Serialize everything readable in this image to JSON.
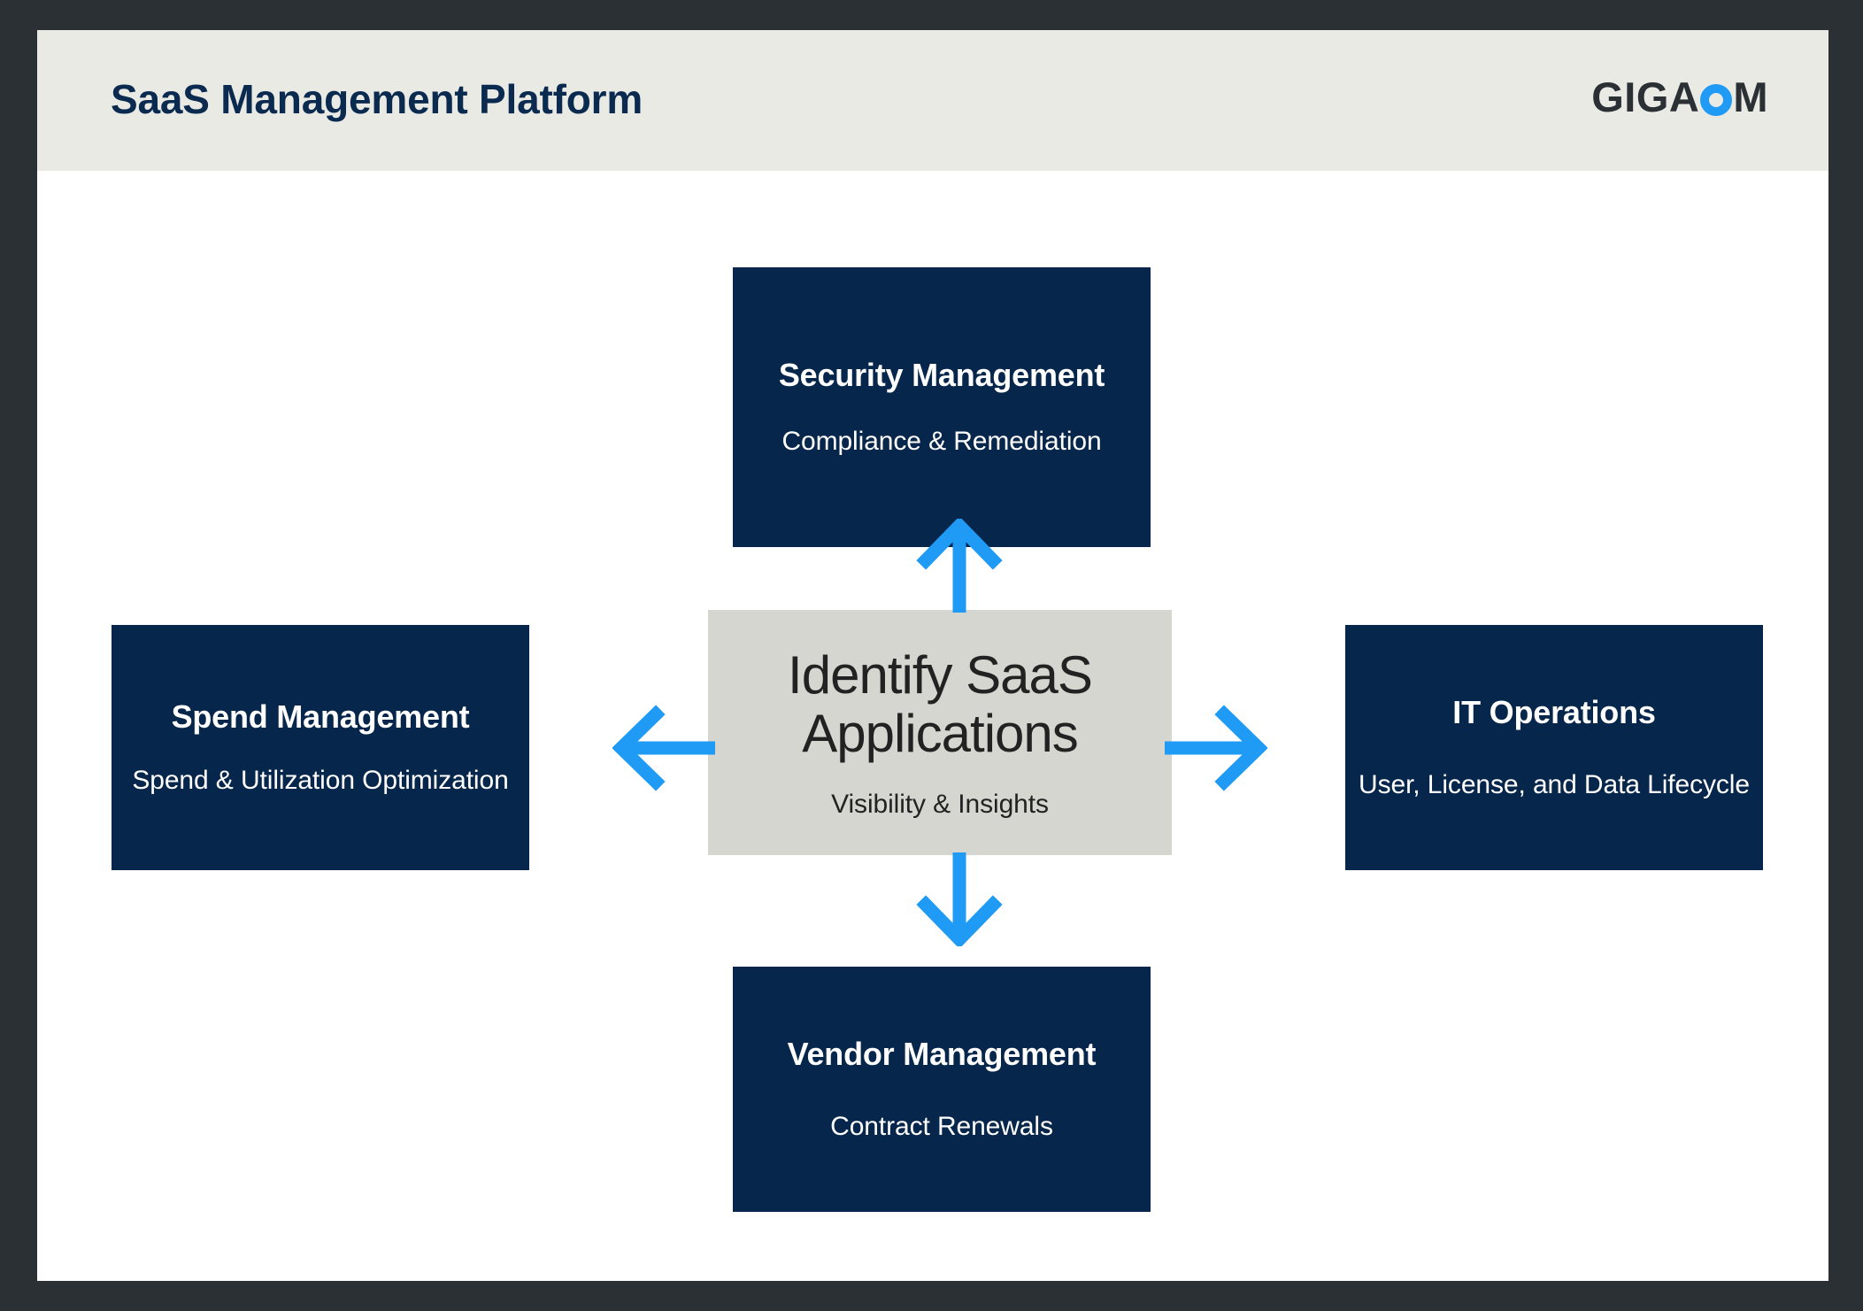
{
  "header": {
    "title": "SaaS Management Platform",
    "logo": {
      "part1": "GIGA",
      "ring": "O",
      "part2": "M",
      "accent_color": "#1f9bf5",
      "dark_color": "#2b3035"
    }
  },
  "colors": {
    "frame": "#2b3035",
    "canvas": "#ffffff",
    "header_band": "#eaeae5",
    "node_dark": "#07264b",
    "node_center": "#d6d6d0",
    "arrow_blue": "#1f9bf5",
    "title_navy": "#0b2a4f"
  },
  "diagram": {
    "center": {
      "title": "Identify SaaS Applications",
      "subtitle": "Visibility & Insights"
    },
    "nodes": [
      {
        "id": "security",
        "title": "Security Management",
        "subtitle": "Compliance & Remediation",
        "position": "top"
      },
      {
        "id": "spend",
        "title": "Spend Management",
        "subtitle": "Spend & Utilization Optimization",
        "position": "left"
      },
      {
        "id": "it-operations",
        "title": "IT Operations",
        "subtitle": "User, License, and Data Lifecycle",
        "position": "right"
      },
      {
        "id": "vendor",
        "title": "Vendor Management",
        "subtitle": "Contract Renewals",
        "position": "bottom"
      }
    ],
    "arrows": [
      {
        "id": "arrow-up",
        "direction": "up",
        "from": "center",
        "to": "security"
      },
      {
        "id": "arrow-left",
        "direction": "left",
        "from": "center",
        "to": "spend"
      },
      {
        "id": "arrow-right",
        "direction": "right",
        "from": "center",
        "to": "it-operations"
      },
      {
        "id": "arrow-down",
        "direction": "down",
        "from": "center",
        "to": "vendor"
      }
    ]
  }
}
